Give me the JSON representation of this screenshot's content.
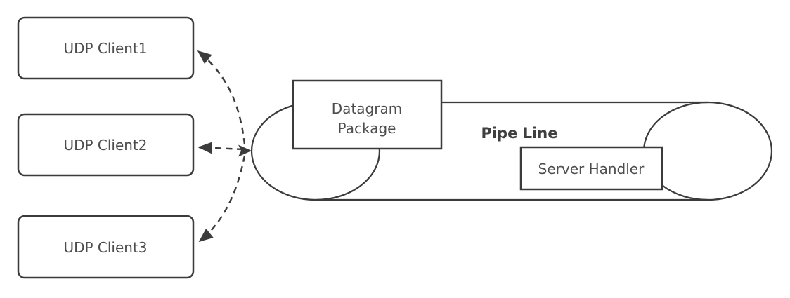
{
  "diagram": {
    "background_color": "#ffffff",
    "stroke_color": "#3b3b3b",
    "text_color": "#4d4d4d",
    "clients": [
      {
        "label": "UDP Client1"
      },
      {
        "label": "UDP Client2"
      },
      {
        "label": "UDP Client3"
      }
    ],
    "datagram_package": {
      "label_line1": "Datagram",
      "label_line2": "Package"
    },
    "pipeline": {
      "label": "Pipe Line"
    },
    "server_handler": {
      "label": "Server Handler"
    },
    "connections": [
      {
        "from": "Pipe Line",
        "to": "UDP Client1",
        "style": "dashed",
        "arrowhead": "solid-triangle"
      },
      {
        "from": "Pipe Line",
        "to": "UDP Client2",
        "style": "dashed",
        "arrowhead": "solid-triangle"
      },
      {
        "from": "Pipe Line",
        "to": "UDP Client3",
        "style": "dashed",
        "arrowhead": "solid-triangle"
      }
    ]
  }
}
